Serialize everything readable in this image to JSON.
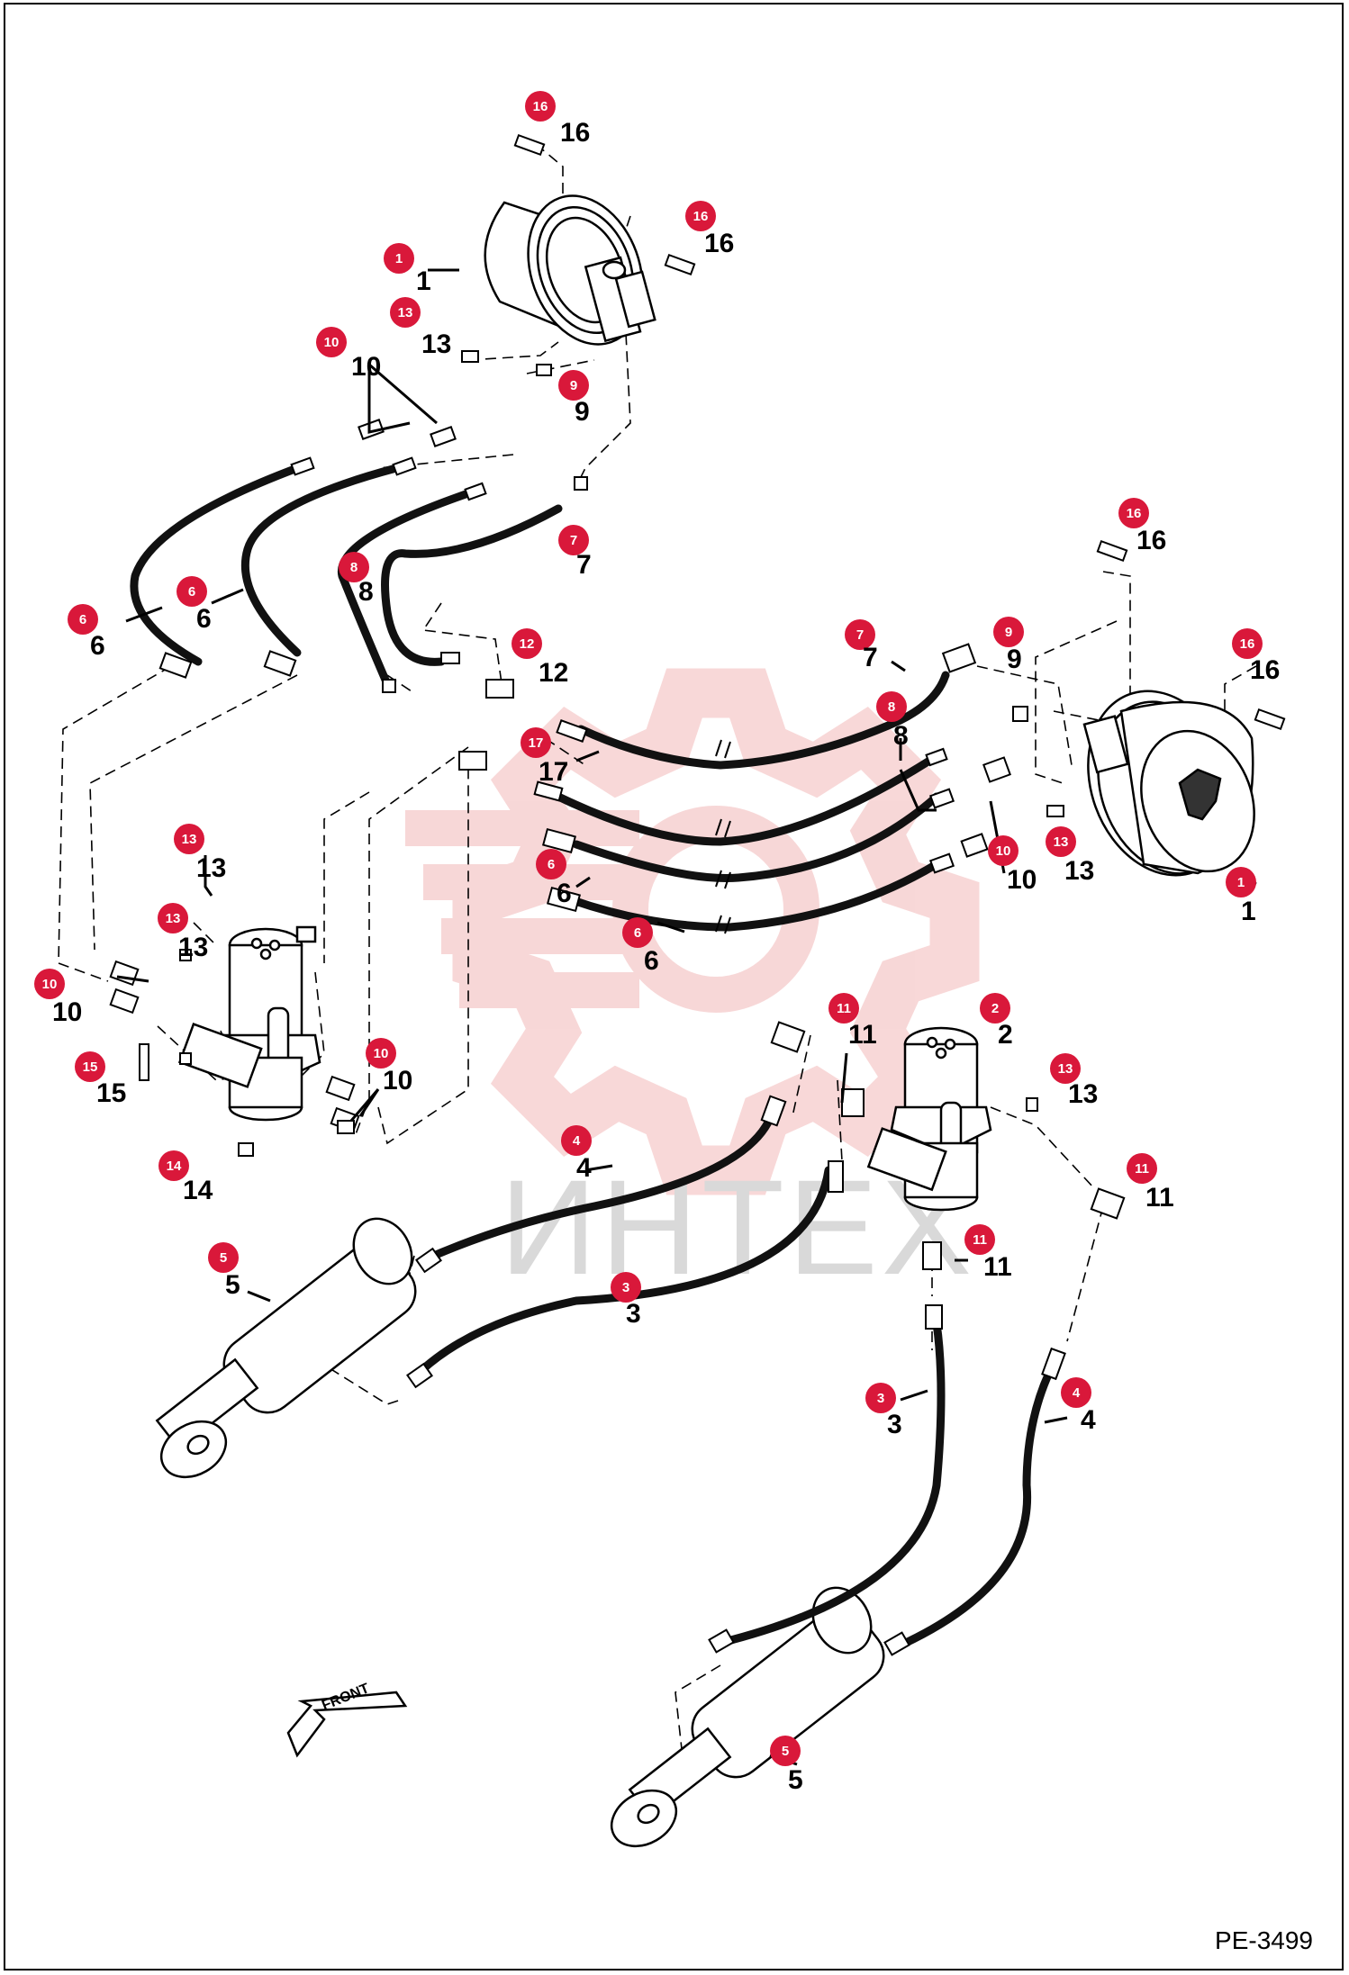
{
  "document_code": "PE-3499",
  "watermark_text": "ИНТЕХ",
  "front_arrow_label": "FRONT",
  "colors": {
    "badge": "#d9183a",
    "watermark": "#f6c9c9",
    "hose": "#111111"
  },
  "callouts": [
    {
      "id": "c01",
      "num": "16",
      "text": "16"
    },
    {
      "id": "c02",
      "num": "16",
      "text": "16"
    },
    {
      "id": "c03",
      "num": "1",
      "text": "1"
    },
    {
      "id": "c04",
      "num": "13",
      "text": "13"
    },
    {
      "id": "c05",
      "num": "10",
      "text": "10"
    },
    {
      "id": "c06",
      "num": "9",
      "text": "9"
    },
    {
      "id": "c07",
      "num": "7",
      "text": "7"
    },
    {
      "id": "c08",
      "num": "8",
      "text": "8"
    },
    {
      "id": "c09",
      "num": "6",
      "text": "6"
    },
    {
      "id": "c10",
      "num": "6",
      "text": "6"
    },
    {
      "id": "c11",
      "num": "16",
      "text": "16"
    },
    {
      "id": "c12",
      "num": "7",
      "text": "7"
    },
    {
      "id": "c13",
      "num": "9",
      "text": "9"
    },
    {
      "id": "c14",
      "num": "16",
      "text": "16"
    },
    {
      "id": "c15",
      "num": "12",
      "text": "12"
    },
    {
      "id": "c16",
      "num": "8",
      "text": "8"
    },
    {
      "id": "c17",
      "num": "17",
      "text": "17"
    },
    {
      "id": "c18",
      "num": "13",
      "text": "13"
    },
    {
      "id": "c19",
      "num": "6",
      "text": "6"
    },
    {
      "id": "c20",
      "num": "10",
      "text": "10"
    },
    {
      "id": "c21",
      "num": "13",
      "text": "13"
    },
    {
      "id": "c22",
      "num": "1",
      "text": "1"
    },
    {
      "id": "c23",
      "num": "13",
      "text": "13"
    },
    {
      "id": "c24",
      "num": "6",
      "text": "6"
    },
    {
      "id": "c25",
      "num": "10",
      "text": "10"
    },
    {
      "id": "c26",
      "num": "11",
      "text": "11"
    },
    {
      "id": "c27",
      "num": "2",
      "text": "2"
    },
    {
      "id": "c28",
      "num": "15",
      "text": "15"
    },
    {
      "id": "c29",
      "num": "10",
      "text": "10"
    },
    {
      "id": "c30",
      "num": "13",
      "text": "13"
    },
    {
      "id": "c31",
      "num": "14",
      "text": "14"
    },
    {
      "id": "c32",
      "num": "4",
      "text": "4"
    },
    {
      "id": "c33",
      "num": "11",
      "text": "11"
    },
    {
      "id": "c34",
      "num": "11",
      "text": "11"
    },
    {
      "id": "c35",
      "num": "5",
      "text": "5"
    },
    {
      "id": "c36",
      "num": "3",
      "text": "3"
    },
    {
      "id": "c37",
      "num": "3",
      "text": "3"
    },
    {
      "id": "c38",
      "num": "4",
      "text": "4"
    },
    {
      "id": "c39",
      "num": "5",
      "text": "5"
    }
  ]
}
